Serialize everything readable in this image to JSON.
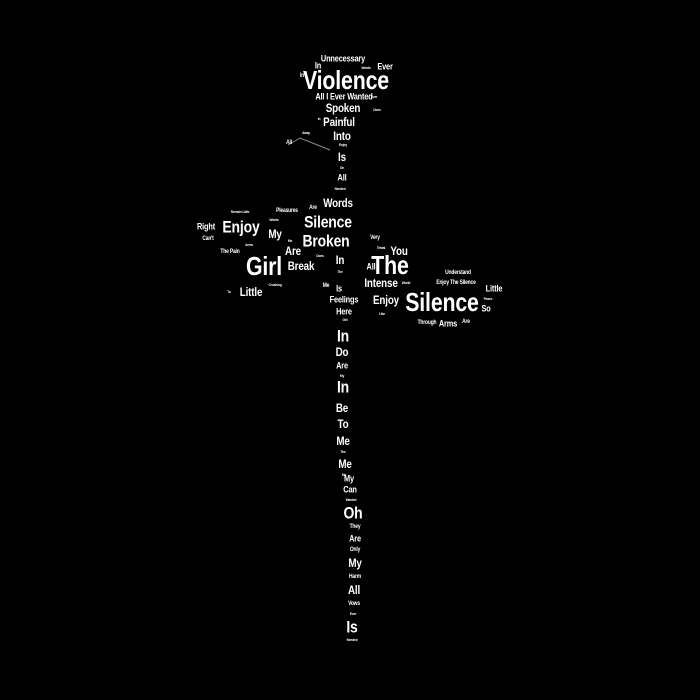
{
  "artwork": {
    "background_color": "#000000",
    "text_color": "#ffffff",
    "shape": "rose",
    "words": {
      "w01": "Unnecessary",
      "w02": "Words",
      "w03": "Ever",
      "w04": "In",
      "w05": "Violence",
      "w06": "Do",
      "w07": "All I Ever Wanted",
      "w08": "Spoken",
      "w09": "Painful",
      "w10": "Into",
      "w11": "All",
      "w12": "Is",
      "w13": "Oh",
      "w14": "All",
      "w15": "Needed",
      "w16": "Words",
      "w17": "Are",
      "w18": "Silence",
      "w19": "Broken",
      "w20": "In",
      "w21": "Enjoy",
      "w22": "My",
      "w23": "Right",
      "w24": "Can't",
      "w25": "The Pain",
      "w26": "Pleasures",
      "w27": "Remain Little",
      "w28": "Girl",
      "w29": "Are",
      "w30": "Break",
      "w31": "Does",
      "w32": "Little",
      "w33": "In",
      "w34": "Is",
      "w35": "Feelings",
      "w36": "Here",
      "w37": "Girl",
      "w38": "Very",
      "w39": "You",
      "w40": "All",
      "w41": "The",
      "w42": "Intense",
      "w43": "Enjoy",
      "w44": "Understand",
      "w45": "Enjoy The Silence",
      "w46": "Little",
      "w47": "Silence",
      "w48": "Peace",
      "w49": "So",
      "w50": "Through",
      "w51": "Arms",
      "w52": "Are",
      "w53": "In",
      "w54": "Do",
      "w55": "Are",
      "w56": "My",
      "w57": "In",
      "w58": "Be",
      "w59": "To",
      "w60": "Me",
      "w61": "The",
      "w62": "Me",
      "w63": "Me",
      "w64": "My",
      "w65": "Can",
      "w66": "Wanted",
      "w67": "Oh",
      "w68": "They",
      "w69": "Are",
      "w70": "Only",
      "w71": "My",
      "w72": "Harm",
      "w73": "All",
      "w74": "Vows",
      "w75": "Ever",
      "w76": "Is",
      "w77": "Needed",
      "w78": "Away",
      "w79": "Trivial",
      "w80": "World",
      "w81": "Like",
      "w82": "Me",
      "w83": "Arms",
      "w84": "Crushing",
      "w85": "Words",
      "w86": "To",
      "w87": "In"
    }
  }
}
